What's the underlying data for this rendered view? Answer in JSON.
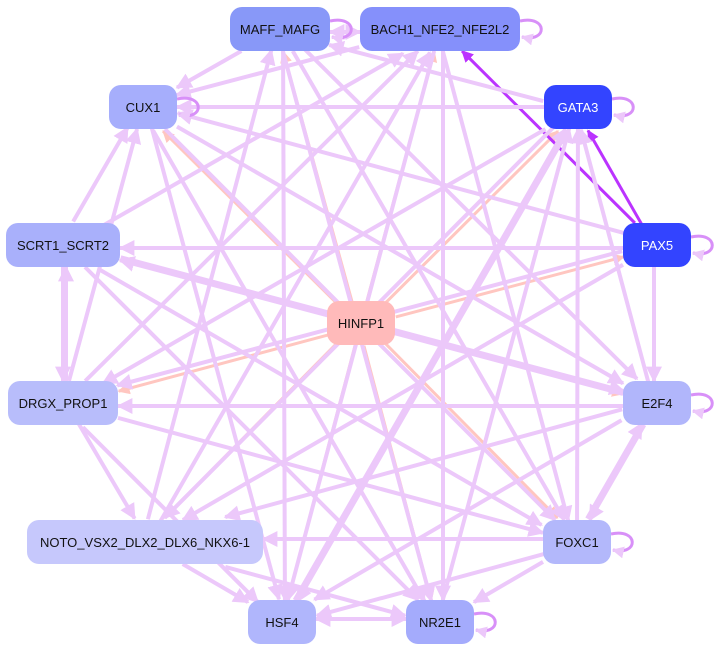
{
  "nodes": [
    {
      "id": "MAFF_MAFG",
      "label": "MAFF_MAFG",
      "color": "#8898f8",
      "text": "#111111"
    },
    {
      "id": "BACH1",
      "label": "BACH1_NFE2_NFE2L2",
      "color": "#8590fb",
      "text": "#111111"
    },
    {
      "id": "GATA3",
      "label": "GATA3",
      "color": "#3344ff",
      "text": "#ffffff"
    },
    {
      "id": "CUX1",
      "label": "CUX1",
      "color": "#a6aefc",
      "text": "#111111"
    },
    {
      "id": "SCRT",
      "label": "SCRT1_SCRT2",
      "color": "#a9b0fb",
      "text": "#111111"
    },
    {
      "id": "PAX5",
      "label": "PAX5",
      "color": "#3344ff",
      "text": "#ffffff"
    },
    {
      "id": "HINFP1",
      "label": "HINFP1",
      "color": "#ffbaba",
      "text": "#111111"
    },
    {
      "id": "DRGX",
      "label": "DRGX_PROP1",
      "color": "#b8bdfb",
      "text": "#111111"
    },
    {
      "id": "E2F4",
      "label": "E2F4",
      "color": "#b1b6fb",
      "text": "#111111"
    },
    {
      "id": "NOTO",
      "label": "NOTO_VSX2_DLX2_DLX6_NKX6-1",
      "color": "#c6c8fc",
      "text": "#111111"
    },
    {
      "id": "FOXC1",
      "label": "FOXC1",
      "color": "#b3b8fb",
      "text": "#111111"
    },
    {
      "id": "HSF4",
      "label": "HSF4",
      "color": "#b0b6fc",
      "text": "#111111"
    },
    {
      "id": "NR2E1",
      "label": "NR2E1",
      "color": "#a4abfc",
      "text": "#111111"
    }
  ],
  "edge_colors": {
    "normal": "#ecc8fa",
    "hinfp": "#ffc6c0",
    "strong": "#bb33ff"
  },
  "self_loops": [
    "MAFF_MAFG",
    "BACH1",
    "GATA3",
    "CUX1",
    "PAX5",
    "E2F4",
    "FOXC1",
    "NR2E1"
  ],
  "edges": [
    [
      "HINFP1",
      "MAFF_MAFG",
      "hinfp"
    ],
    [
      "HINFP1",
      "BACH1",
      "hinfp"
    ],
    [
      "HINFP1",
      "GATA3",
      "hinfp"
    ],
    [
      "HINFP1",
      "CUX1",
      "hinfp"
    ],
    [
      "HINFP1",
      "SCRT",
      "hinfp"
    ],
    [
      "HINFP1",
      "PAX5",
      "hinfp"
    ],
    [
      "HINFP1",
      "DRGX",
      "hinfp"
    ],
    [
      "HINFP1",
      "E2F4",
      "hinfp"
    ],
    [
      "HINFP1",
      "NOTO",
      "hinfp"
    ],
    [
      "HINFP1",
      "FOXC1",
      "hinfp"
    ],
    [
      "HINFP1",
      "HSF4",
      "hinfp"
    ],
    [
      "HINFP1",
      "NR2E1",
      "hinfp"
    ],
    [
      "PAX5",
      "GATA3",
      "strong"
    ],
    [
      "PAX5",
      "BACH1",
      "strong"
    ],
    [
      "MAFF_MAFG",
      "BACH1",
      "normal"
    ],
    [
      "BACH1",
      "MAFF_MAFG",
      "normal"
    ],
    [
      "MAFF_MAFG",
      "CUX1",
      "normal"
    ],
    [
      "BACH1",
      "CUX1",
      "normal"
    ],
    [
      "GATA3",
      "MAFF_MAFG",
      "normal"
    ],
    [
      "GATA3",
      "CUX1",
      "normal"
    ],
    [
      "PAX5",
      "CUX1",
      "normal"
    ],
    [
      "PAX5",
      "SCRT",
      "normal"
    ],
    [
      "SCRT",
      "DRGX",
      "normal"
    ],
    [
      "DRGX",
      "SCRT",
      "normal"
    ],
    [
      "SCRT",
      "CUX1",
      "normal"
    ],
    [
      "DRGX",
      "CUX1",
      "normal"
    ],
    [
      "NOTO",
      "BACH1",
      "normal"
    ],
    [
      "NOTO",
      "MAFF_MAFG",
      "normal"
    ],
    [
      "DRGX",
      "BACH1",
      "normal"
    ],
    [
      "SCRT",
      "BACH1",
      "normal"
    ],
    [
      "MAFF_MAFG",
      "HSF4",
      "normal"
    ],
    [
      "BACH1",
      "HSF4",
      "normal"
    ],
    [
      "MAFF_MAFG",
      "NR2E1",
      "normal"
    ],
    [
      "BACH1",
      "NR2E1",
      "normal"
    ],
    [
      "MAFF_MAFG",
      "FOXC1",
      "normal"
    ],
    [
      "BACH1",
      "FOXC1",
      "normal"
    ],
    [
      "MAFF_MAFG",
      "E2F4",
      "normal"
    ],
    [
      "CUX1",
      "FOXC1",
      "normal"
    ],
    [
      "CUX1",
      "NR2E1",
      "normal"
    ],
    [
      "CUX1",
      "HSF4",
      "normal"
    ],
    [
      "CUX1",
      "E2F4",
      "normal"
    ],
    [
      "GATA3",
      "NOTO",
      "normal"
    ],
    [
      "GATA3",
      "DRGX",
      "normal"
    ],
    [
      "PAX5",
      "NOTO",
      "normal"
    ],
    [
      "PAX5",
      "DRGX",
      "normal"
    ],
    [
      "E2F4",
      "GATA3",
      "normal"
    ],
    [
      "FOXC1",
      "GATA3",
      "normal"
    ],
    [
      "E2F4",
      "NOTO",
      "normal"
    ],
    [
      "E2F4",
      "DRGX",
      "normal"
    ],
    [
      "E2F4",
      "SCRT",
      "normal"
    ],
    [
      "E2F4",
      "HSF4",
      "normal"
    ],
    [
      "FOXC1",
      "E2F4",
      "normal"
    ],
    [
      "E2F4",
      "FOXC1",
      "normal"
    ],
    [
      "FOXC1",
      "NOTO",
      "normal"
    ],
    [
      "FOXC1",
      "HSF4",
      "normal"
    ],
    [
      "FOXC1",
      "NR2E1",
      "normal"
    ],
    [
      "NR2E1",
      "HSF4",
      "normal"
    ],
    [
      "HSF4",
      "NR2E1",
      "normal"
    ],
    [
      "NOTO",
      "HSF4",
      "normal"
    ],
    [
      "NOTO",
      "NR2E1",
      "normal"
    ],
    [
      "DRGX",
      "NOTO",
      "normal"
    ],
    [
      "DRGX",
      "FOXC1",
      "normal"
    ],
    [
      "SCRT",
      "FOXC1",
      "normal"
    ],
    [
      "SCRT",
      "E2F4",
      "normal"
    ],
    [
      "SCRT",
      "NR2E1",
      "normal"
    ],
    [
      "DRGX",
      "HSF4",
      "normal"
    ],
    [
      "NR2E1",
      "GATA3",
      "normal"
    ],
    [
      "HSF4",
      "GATA3",
      "normal"
    ],
    [
      "PAX5",
      "E2F4",
      "normal"
    ],
    [
      "GATA3",
      "HSF4",
      "normal"
    ]
  ]
}
